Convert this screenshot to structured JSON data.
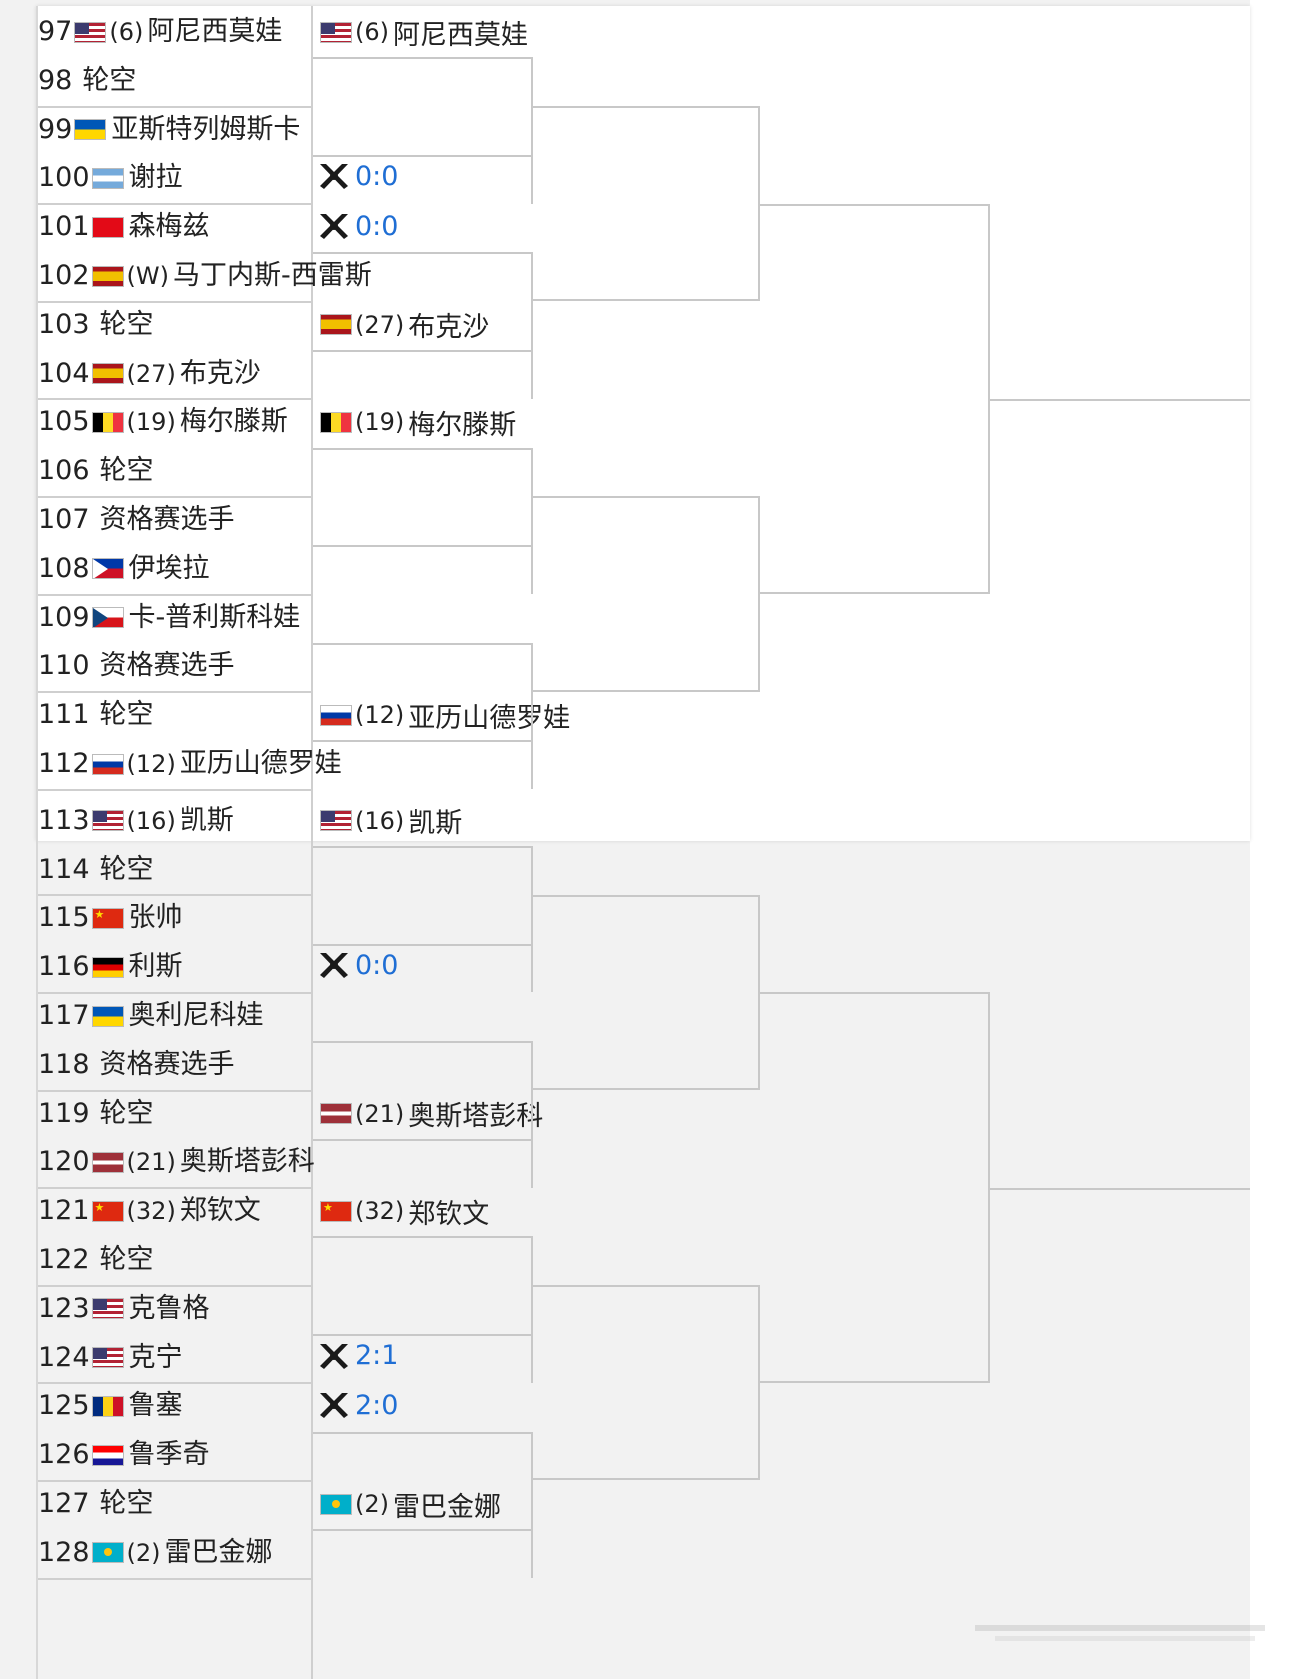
{
  "round1": [
    {
      "num": "97",
      "flag": "us",
      "seed": "(6)",
      "name": "阿尼西莫娃"
    },
    {
      "num": "98",
      "flag": "",
      "seed": "",
      "name": "轮空"
    },
    {
      "num": "99",
      "flag": "ua",
      "seed": "",
      "name": "亚斯特列姆斯卡"
    },
    {
      "num": "100",
      "flag": "ar",
      "seed": "",
      "name": "谢拉"
    },
    {
      "num": "101",
      "flag": "tr",
      "seed": "",
      "name": "森梅兹"
    },
    {
      "num": "102",
      "flag": "es",
      "seed": "(W)",
      "name": "马丁内斯-西雷斯"
    },
    {
      "num": "103",
      "flag": "",
      "seed": "",
      "name": "轮空"
    },
    {
      "num": "104",
      "flag": "es",
      "seed": "(27)",
      "name": "布克沙"
    },
    {
      "num": "105",
      "flag": "be",
      "seed": "(19)",
      "name": "梅尔滕斯"
    },
    {
      "num": "106",
      "flag": "",
      "seed": "",
      "name": "轮空"
    },
    {
      "num": "107",
      "flag": "",
      "seed": "",
      "name": "资格赛选手"
    },
    {
      "num": "108",
      "flag": "ph",
      "seed": "",
      "name": "伊埃拉"
    },
    {
      "num": "109",
      "flag": "cz",
      "seed": "",
      "name": "卡-普利斯科娃"
    },
    {
      "num": "110",
      "flag": "",
      "seed": "",
      "name": "资格赛选手"
    },
    {
      "num": "111",
      "flag": "",
      "seed": "",
      "name": "轮空"
    },
    {
      "num": "112",
      "flag": "ru",
      "seed": "(12)",
      "name": "亚历山德罗娃"
    },
    {
      "num": "113",
      "flag": "us",
      "seed": "(16)",
      "name": "凯斯"
    },
    {
      "num": "114",
      "flag": "",
      "seed": "",
      "name": "轮空"
    },
    {
      "num": "115",
      "flag": "cn",
      "seed": "",
      "name": "张帅"
    },
    {
      "num": "116",
      "flag": "de",
      "seed": "",
      "name": "利斯"
    },
    {
      "num": "117",
      "flag": "ua",
      "seed": "",
      "name": "奥利尼科娃"
    },
    {
      "num": "118",
      "flag": "",
      "seed": "",
      "name": "资格赛选手"
    },
    {
      "num": "119",
      "flag": "",
      "seed": "",
      "name": "轮空"
    },
    {
      "num": "120",
      "flag": "lv",
      "seed": "(21)",
      "name": "奥斯塔彭科"
    },
    {
      "num": "121",
      "flag": "cn",
      "seed": "(32)",
      "name": "郑钦文"
    },
    {
      "num": "122",
      "flag": "",
      "seed": "",
      "name": "轮空"
    },
    {
      "num": "123",
      "flag": "us",
      "seed": "",
      "name": "克鲁格"
    },
    {
      "num": "124",
      "flag": "us",
      "seed": "",
      "name": "克宁"
    },
    {
      "num": "125",
      "flag": "ro",
      "seed": "",
      "name": "鲁塞"
    },
    {
      "num": "126",
      "flag": "hr",
      "seed": "",
      "name": "鲁季奇"
    },
    {
      "num": "127",
      "flag": "",
      "seed": "",
      "name": "轮空"
    },
    {
      "num": "128",
      "flag": "kz",
      "seed": "(2)",
      "name": "雷巴金娜"
    }
  ],
  "round2": [
    {
      "type": "player",
      "flag": "us",
      "seed": "(6)",
      "name": "阿尼西莫娃"
    },
    {
      "type": "score",
      "score": "0:0"
    },
    {
      "type": "score",
      "score": "0:0"
    },
    {
      "type": "player",
      "flag": "es",
      "seed": "(27)",
      "name": "布克沙"
    },
    {
      "type": "player",
      "flag": "be",
      "seed": "(19)",
      "name": "梅尔滕斯"
    },
    {
      "type": "empty"
    },
    {
      "type": "empty"
    },
    {
      "type": "player",
      "flag": "ru",
      "seed": "(12)",
      "name": "亚历山德罗娃"
    },
    {
      "type": "player",
      "flag": "us",
      "seed": "(16)",
      "name": "凯斯"
    },
    {
      "type": "score",
      "score": "0:0"
    },
    {
      "type": "empty"
    },
    {
      "type": "player",
      "flag": "lv",
      "seed": "(21)",
      "name": "奥斯塔彭科"
    },
    {
      "type": "player",
      "flag": "cn",
      "seed": "(32)",
      "name": "郑钦文"
    },
    {
      "type": "score",
      "score": "2:1"
    },
    {
      "type": "score",
      "score": "2:0"
    },
    {
      "type": "player",
      "flag": "kz",
      "seed": "(2)",
      "name": "雷巴金娜"
    }
  ],
  "colors": {
    "score": "#1f6ed4",
    "line": "#c8c8c8",
    "background": "#f2f2f2"
  },
  "icons": {
    "versus": "crossed-swords-icon"
  }
}
